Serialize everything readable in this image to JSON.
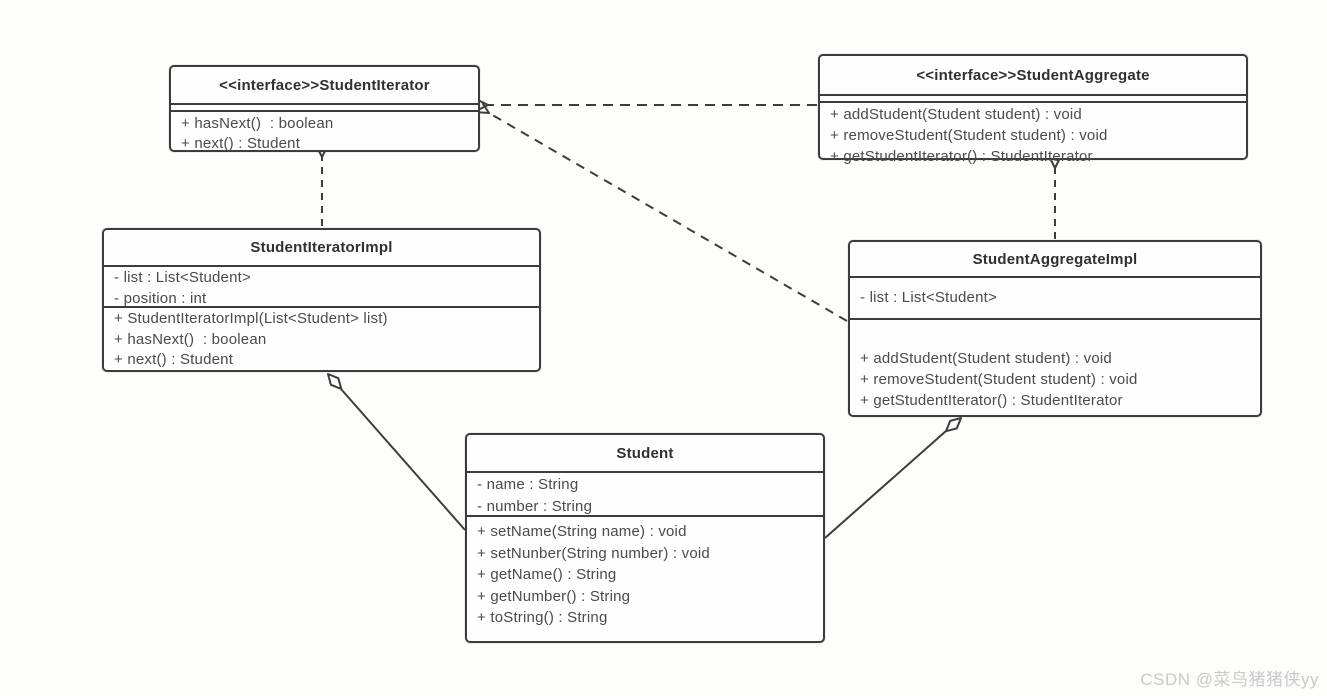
{
  "classes": [
    {
      "name": "<<interface>>StudentIterator",
      "stereotype": "interface",
      "fields": [],
      "methods": [
        "+ hasNext()  : boolean",
        "+ next() : Student"
      ]
    },
    {
      "name": "<<interface>>StudentAggregate",
      "stereotype": "interface",
      "fields": [],
      "methods": [
        "+ addStudent(Student student) : void",
        "+ removeStudent(Student student) : void",
        "+ getStudentIterator() : StudentIterator"
      ]
    },
    {
      "name": "StudentIteratorImpl",
      "stereotype": "class",
      "fields": [
        "- list : List<Student>",
        "- position : int"
      ],
      "methods": [
        "+ StudentIteratorImpl(List<Student> list)",
        "+ hasNext()  : boolean",
        "+ next() : Student"
      ]
    },
    {
      "name": "StudentAggregateImpl",
      "stereotype": "class",
      "fields": [
        "- list : List<Student>"
      ],
      "methods": [
        "+ addStudent(Student student) : void",
        "+ removeStudent(Student student) : void",
        "+ getStudentIterator() : StudentIterator"
      ]
    },
    {
      "name": "Student",
      "stereotype": "class",
      "fields": [
        "- name : String",
        "- number : String"
      ],
      "methods": [
        "+ setName(String name) : void",
        "+ setNunber(String number) : void",
        "+ getName() : String",
        "+ getNumber() : String",
        "+ toString() : String"
      ]
    }
  ],
  "relationships": [
    {
      "from": "StudentIteratorImpl",
      "to": "StudentIterator",
      "type": "realization",
      "line": "dashed",
      "marker": "open-arrow"
    },
    {
      "from": "StudentAggregateImpl",
      "to": "StudentAggregate",
      "type": "realization",
      "line": "dashed",
      "marker": "open-arrow"
    },
    {
      "from": "StudentAggregate",
      "to": "StudentIterator",
      "type": "dependency",
      "line": "dashed",
      "marker": "open-arrow"
    },
    {
      "from": "StudentAggregateImpl",
      "to": "StudentIterator",
      "type": "dependency",
      "line": "dashed",
      "marker": "open-arrow"
    },
    {
      "from": "StudentIteratorImpl",
      "to": "Student",
      "type": "aggregation",
      "line": "solid",
      "marker": "hollow-diamond"
    },
    {
      "from": "StudentAggregateImpl",
      "to": "Student",
      "type": "aggregation",
      "line": "solid",
      "marker": "hollow-diamond"
    }
  ],
  "colors": {
    "line": "#3d3d3d",
    "title_text": "#303030",
    "body_text": "#4a4a4a",
    "watermark": "#c9c9c9",
    "box_bg": "#fefefe",
    "page_bg": "#fdfdfc"
  },
  "watermark": "CSDN @菜鸟猪猪侠yy"
}
